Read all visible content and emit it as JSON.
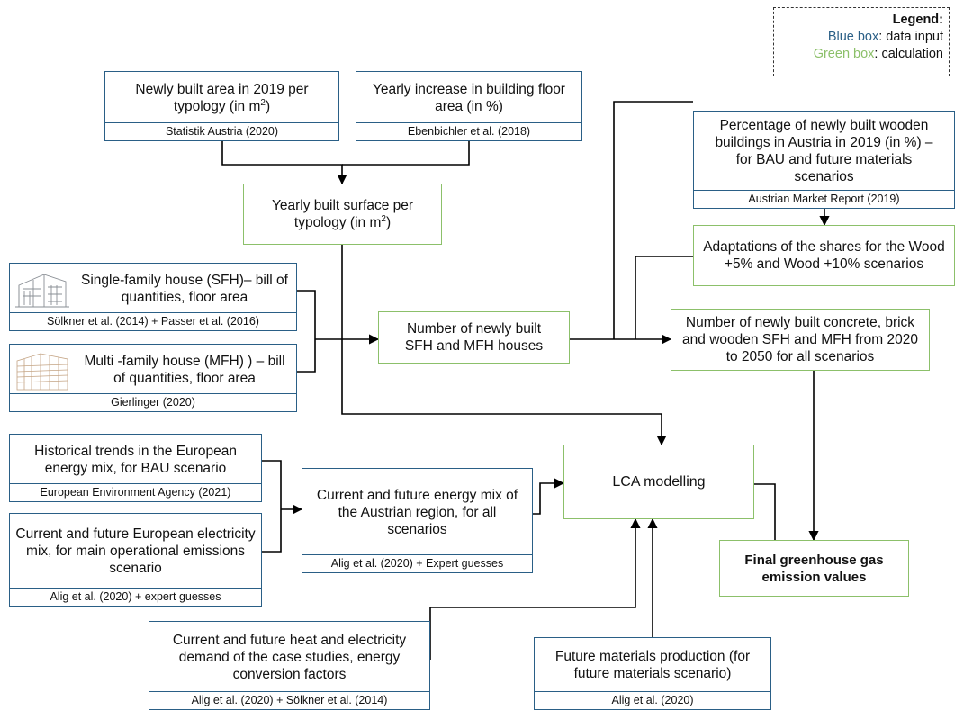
{
  "legend": {
    "title": "Legend:",
    "blue_word": "Blue box",
    "blue_rest": ": data input",
    "green_word": "Green box",
    "green_rest": ": calculation"
  },
  "boxes": {
    "newly_built_area": {
      "text_a": "Newly built area in 2019 per typology (in m",
      "sup": "2",
      "text_b": ")",
      "source": "Statistik Austria (2020)"
    },
    "yearly_increase": {
      "text": "Yearly increase in building floor area (in %)",
      "source": "Ebenbichler et al. (2018)"
    },
    "percentage_wooden": {
      "text": "Percentage of newly built wooden buildings in Austria in 2019 (in %) – for BAU and future materials scenarios",
      "source": "Austrian Market Report (2019)"
    },
    "yearly_built_surface": {
      "text_a": "Yearly built surface per typology (in m",
      "sup": "2",
      "text_b": ")"
    },
    "adaptations": {
      "text": "Adaptations of the shares for the Wood +5% and Wood +10% scenarios"
    },
    "sfh": {
      "text": "Single-family house (SFH)– bill of quantities, floor area",
      "source": "Sölkner et al. (2014) + Passer et al. (2016)"
    },
    "mfh": {
      "text": "Multi -family house (MFH) ) – bill of quantities, floor area",
      "source": "Gierlinger (2020)"
    },
    "number_newly_built": {
      "text": "Number of newly built SFH and MFH houses"
    },
    "number_by_material": {
      "text": "Number of newly built concrete, brick and wooden SFH and MFH from 2020 to 2050 for all scenarios"
    },
    "historical_trends": {
      "text": "Historical trends in the European energy mix, for BAU scenario",
      "source": "European Environment Agency (2021)"
    },
    "electricity_mix": {
      "text": "Current and future European electricity mix, for main operational emissions scenario",
      "source": "Alig et al. (2020) + expert guesses"
    },
    "energy_mix_austria": {
      "text": "Current and future energy mix of the Austrian region, for all scenarios",
      "source": "Alig et al. (2020) + Expert guesses"
    },
    "lca": {
      "text": "LCA modelling"
    },
    "final_ghg": {
      "text": "Final greenhouse gas emission values"
    },
    "heat_demand": {
      "text": "Current and future heat and electricity demand of the case studies, energy conversion factors",
      "source": "Alig et al. (2020) + Sölkner et al. (2014)"
    },
    "future_materials": {
      "text": "Future materials production (for future materials scenario)",
      "source": "Alig et al. (2020)"
    }
  },
  "colors": {
    "data_input": "#2a5f86",
    "calculation": "#8cc06a",
    "arrow": "#000000"
  }
}
